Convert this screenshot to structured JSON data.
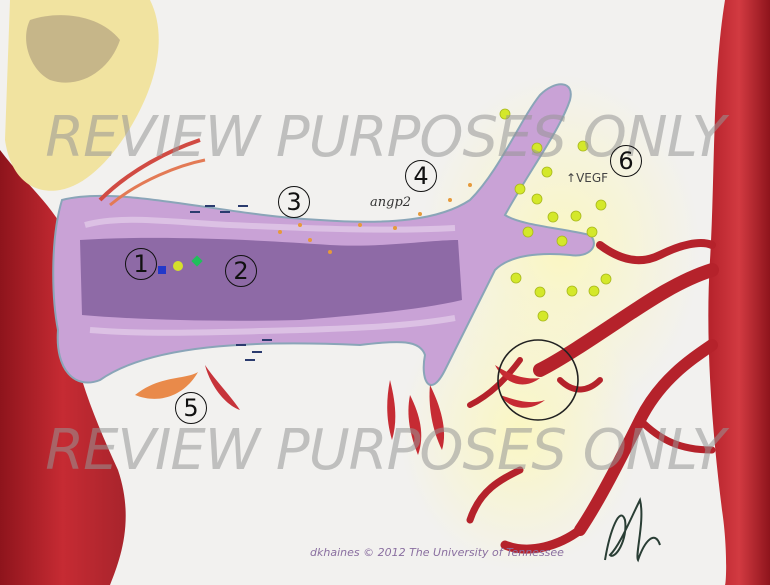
{
  "watermark": {
    "top": "REVIEW PURPOSES ONLY",
    "bottom": "REVIEW PURPOSES ONLY"
  },
  "markers": {
    "m1": "1",
    "m2": "2",
    "m3": "3",
    "m4": "4",
    "m5": "5",
    "m6": "6"
  },
  "labels": {
    "angp2": "angp2",
    "vegf": "VEGF",
    "vegf_arrow": "↑"
  },
  "credit": "dkhaines © 2012 The University of Tennessee",
  "signature": "dkh",
  "colors": {
    "vessel_red": "#b5222b",
    "tube_purple": "#c9a2d6",
    "lumen_purple": "#8e6aa6",
    "vegf_dot": "#d4e82a",
    "necrotic_yellow": "#f1e3a0"
  }
}
